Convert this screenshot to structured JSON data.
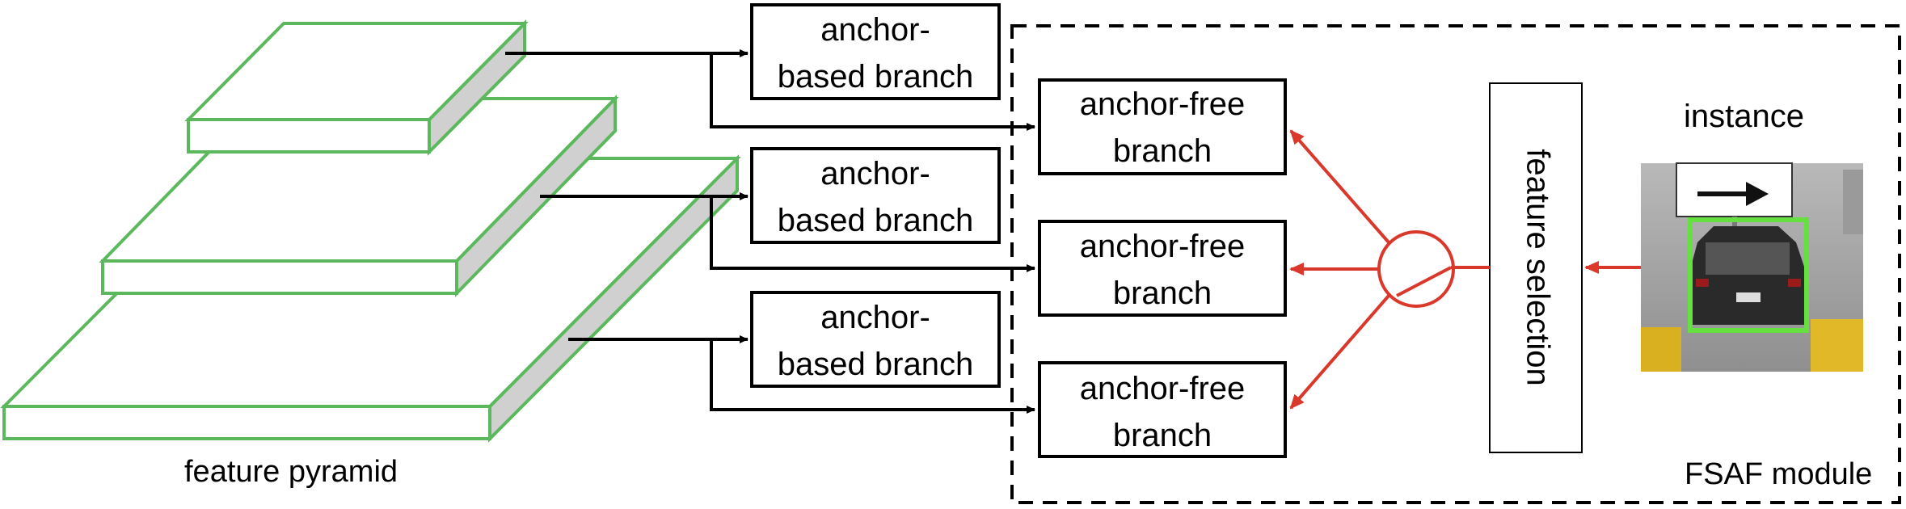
{
  "pyramid": {
    "caption": "feature pyramid",
    "edge_color": "#5cb85c",
    "side_color": "#d0d0d0"
  },
  "anchor_based_branches": [
    {
      "line1": "anchor-",
      "line2": "based branch"
    },
    {
      "line1": "anchor-",
      "line2": "based branch"
    },
    {
      "line1": "anchor-",
      "line2": "based branch"
    }
  ],
  "anchor_free_branches": [
    {
      "line1": "anchor-free",
      "line2": "branch"
    },
    {
      "line1": "anchor-free",
      "line2": "branch"
    },
    {
      "line1": "anchor-free",
      "line2": "branch"
    }
  ],
  "feature_selection": {
    "label": "feature selection"
  },
  "instance": {
    "label": "instance",
    "box_color": "#66e040"
  },
  "module": {
    "label": "FSAF module"
  },
  "colors": {
    "arrow_black": "#000000",
    "arrow_red": "#d9382b"
  }
}
